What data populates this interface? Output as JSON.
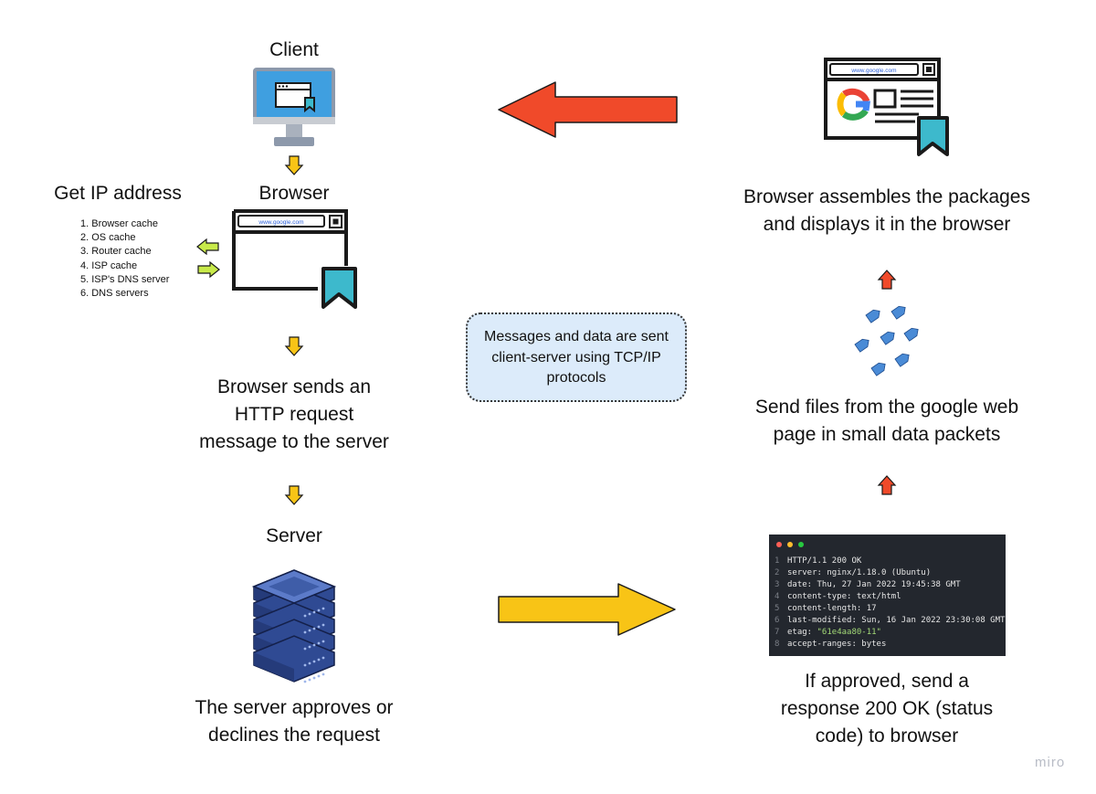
{
  "labels": {
    "client": "Client",
    "browser": "Browser",
    "get_ip": "Get IP address",
    "browser_sends": [
      "Browser sends an",
      "HTTP request",
      "message to the server"
    ],
    "server": "Server",
    "server_approves": [
      "The server approves or",
      "declines the request"
    ],
    "assembles": [
      "Browser assembles the packages",
      "and displays it in the browser"
    ],
    "send_files": [
      "Send files from the google web",
      "page in small data packets"
    ],
    "if_approved": [
      "If approved, send a",
      "response 200 OK (status",
      "code) to browser"
    ]
  },
  "ip_steps": [
    "1. Browser cache",
    "2. OS cache",
    "3. Router cache",
    "4. ISP cache",
    "5. ISP's DNS server",
    "6. DNS servers"
  ],
  "note": [
    "Messages and data are sent",
    "client-server using TCP/IP",
    "protocols"
  ],
  "address_bar": "www.google.com",
  "response_lines": [
    {
      "n": "1",
      "text": "HTTP/1.1 200 OK"
    },
    {
      "n": "2",
      "text": "server: nginx/1.18.0 (Ubuntu)"
    },
    {
      "n": "3",
      "text": "date: Thu, 27 Jan 2022 19:45:38 GMT"
    },
    {
      "n": "4",
      "text": "content-type: text/html"
    },
    {
      "n": "5",
      "text": "content-length: 17"
    },
    {
      "n": "6",
      "text": "last-modified: Sun, 16 Jan 2022 23:30:08 GMT"
    },
    {
      "n": "7",
      "text": "etag: ",
      "string": "\"61e4aa80-11\""
    },
    {
      "n": "8",
      "text": "accept-ranges: bytes"
    }
  ],
  "watermark": "miro",
  "colors": {
    "red_arrow": "#f04a2a",
    "yellow_arrow": "#f8c416",
    "green_arrow": "#c8ea4a",
    "note_bg": "#dcebfa",
    "terminal_bg": "#23272e",
    "server_blue": "#2f4a93",
    "bookmark_teal": "#3db9cc",
    "tag_blue": "#4a8bd6"
  }
}
